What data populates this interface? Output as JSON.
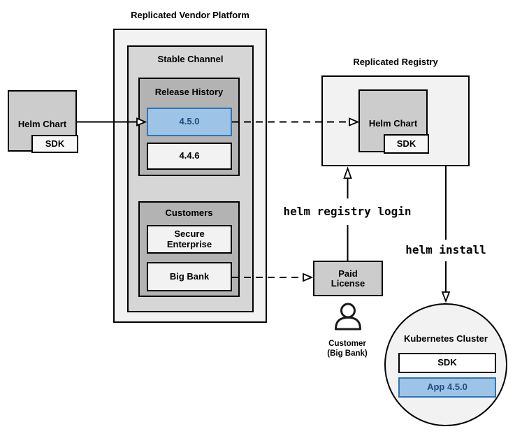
{
  "diagram": {
    "source": {
      "helm_chart": "Helm Chart",
      "sdk": "SDK"
    },
    "platform": {
      "title": "Replicated Vendor Platform",
      "stable_channel": {
        "title": "Stable Channel",
        "release_history": {
          "title": "Release History",
          "current_release": "4.5.0",
          "previous_release": "4.4.6"
        },
        "customers": {
          "title": "Customers",
          "secure_enterprise": "Secure Enterprise",
          "big_bank": "Big Bank"
        }
      }
    },
    "registry": {
      "title": "Replicated Registry",
      "helm_chart": "Helm Chart",
      "sdk": "SDK"
    },
    "license": {
      "label": "Paid License"
    },
    "customer": {
      "line1": "Customer",
      "line2": "(Big Bank)"
    },
    "cluster": {
      "title": "Kubernetes Cluster",
      "sdk": "SDK",
      "app": "App 4.5.0"
    },
    "commands": {
      "registry_login": "helm registry login",
      "install": "helm install"
    },
    "colors": {
      "highlight_fill": "#9dc3e6",
      "highlight_border": "#2e75b6",
      "highlight_text": "#1f4e79",
      "container_light": "#f2f2f2",
      "container_mid": "#d6d6d6",
      "container_dark": "#b3b3b3",
      "component_gray": "#cccccc",
      "line": "#000000"
    }
  }
}
